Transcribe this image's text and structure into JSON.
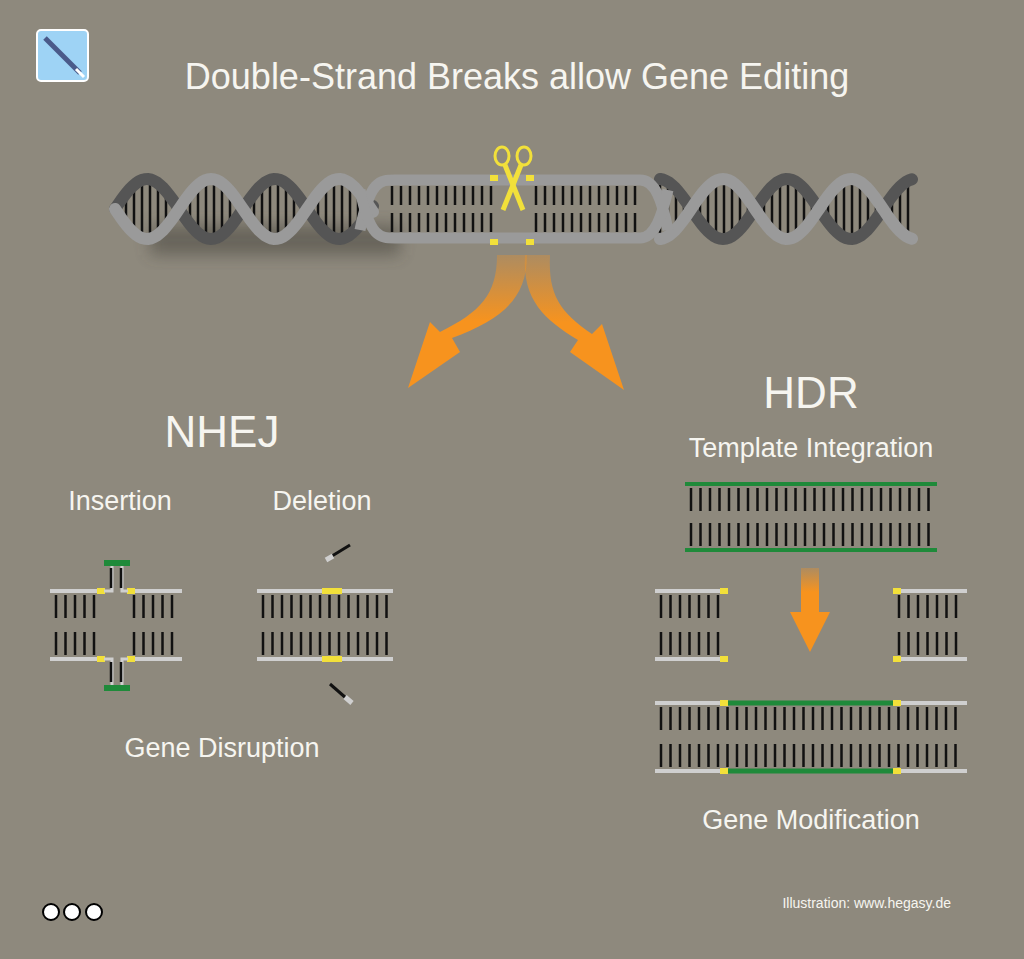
{
  "diagram": {
    "title": "Double-Strand Breaks allow Gene Editing",
    "labels": [
      "NHEJ",
      "Insertion",
      "Deletion",
      "Gene Disruption",
      "HDR",
      "Template Integration",
      "Gene Modification",
      "Illustration: www.hegasy.de"
    ]
  }
}
